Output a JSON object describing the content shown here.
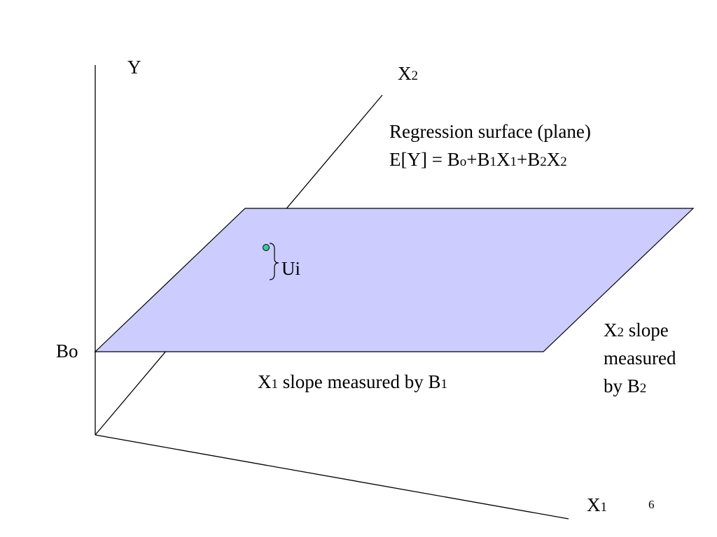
{
  "colors": {
    "background": "#ffffff",
    "axis": "#000000",
    "plane_fill": "#ccccff",
    "plane_stroke": "#000000",
    "point_fill": "#33cc99"
  },
  "axes": {
    "y": "Y",
    "x1": {
      "base": "X",
      "sub": "1"
    },
    "x2": {
      "base": "X",
      "sub": "2"
    }
  },
  "intercept_label": "Bo",
  "surface": {
    "line1": "Regression surface (plane)",
    "eq": {
      "p1": "E[Y] = B",
      "s1": "o",
      "p2": "+B",
      "s2": "1",
      "p3": "X",
      "s3": "1",
      "p4": "+B",
      "s4": "2",
      "p5": "X",
      "s5": "2"
    }
  },
  "error_label": "Ui",
  "x1_slope": {
    "p1": "X",
    "s1": "1",
    "p2": " slope measured by B",
    "s2": "1"
  },
  "x2_slope": {
    "p1": "X",
    "s1": "2",
    "p2": " slope",
    "line2": "measured",
    "line3": "by B",
    "s3": "2"
  },
  "page_number": "6"
}
